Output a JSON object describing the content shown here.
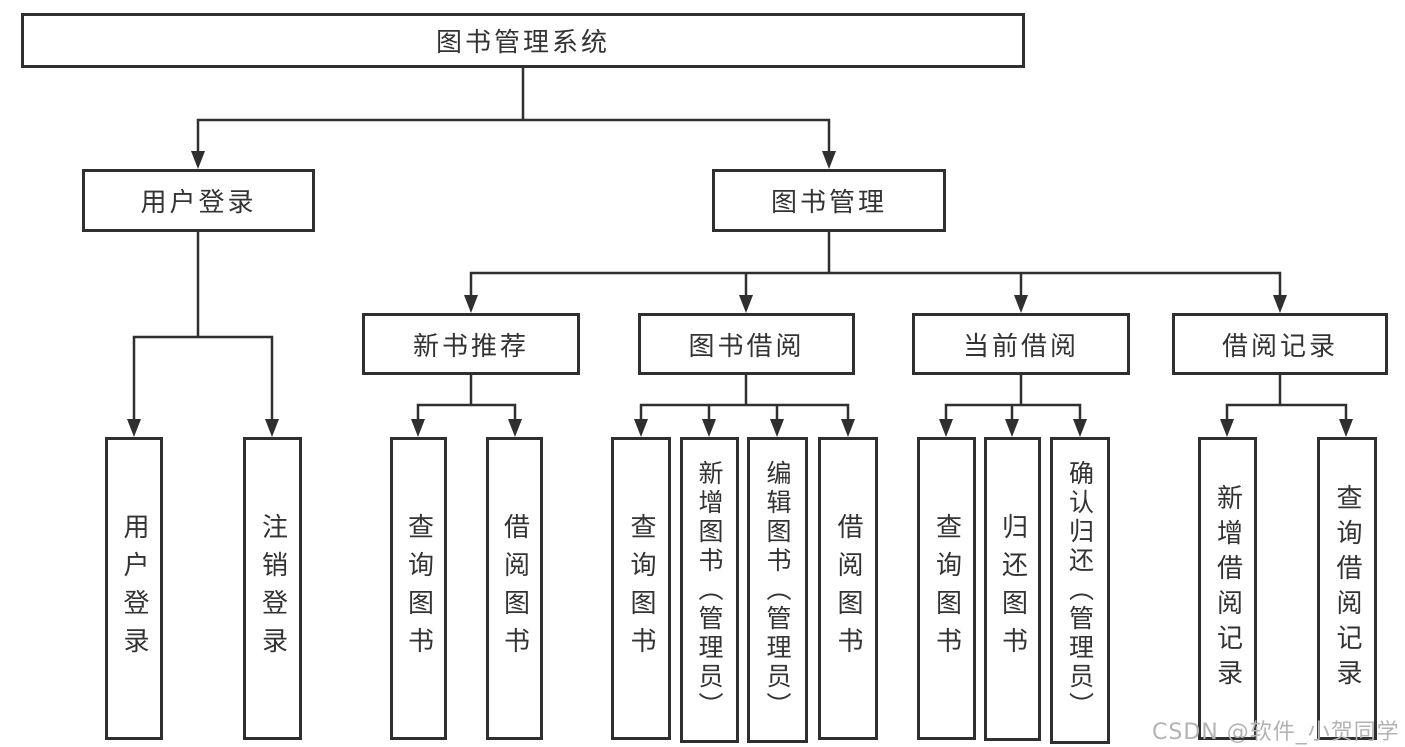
{
  "diagram": {
    "type": "function-structure-tree",
    "colors": {
      "line": "#2f2f2f",
      "box_border": "#2f2f2f",
      "text": "#333333",
      "background": "#ffffff",
      "watermark": "#b3b3b3"
    },
    "root": {
      "label": "图书管理系统"
    },
    "branches": [
      {
        "label": "用户登录",
        "children": [
          {
            "label": "用户登录"
          },
          {
            "label": "注销登录"
          }
        ]
      },
      {
        "label": "图书管理",
        "children": [
          {
            "label": "新书推荐",
            "children": [
              {
                "label": "查询图书"
              },
              {
                "label": "借阅图书"
              }
            ]
          },
          {
            "label": "图书借阅",
            "children": [
              {
                "label": "查询图书"
              },
              {
                "label": "新增图书（管理员）"
              },
              {
                "label": "编辑图书（管理员）"
              },
              {
                "label": "借阅图书"
              }
            ]
          },
          {
            "label": "当前借阅",
            "children": [
              {
                "label": "查询图书"
              },
              {
                "label": "归还图书"
              },
              {
                "label": "确认归还（管理员）"
              }
            ]
          },
          {
            "label": "借阅记录",
            "children": [
              {
                "label": "新增借阅记录"
              },
              {
                "label": "查询借阅记录"
              }
            ]
          }
        ]
      }
    ],
    "watermark": "CSDN @软件_小贺同学"
  }
}
